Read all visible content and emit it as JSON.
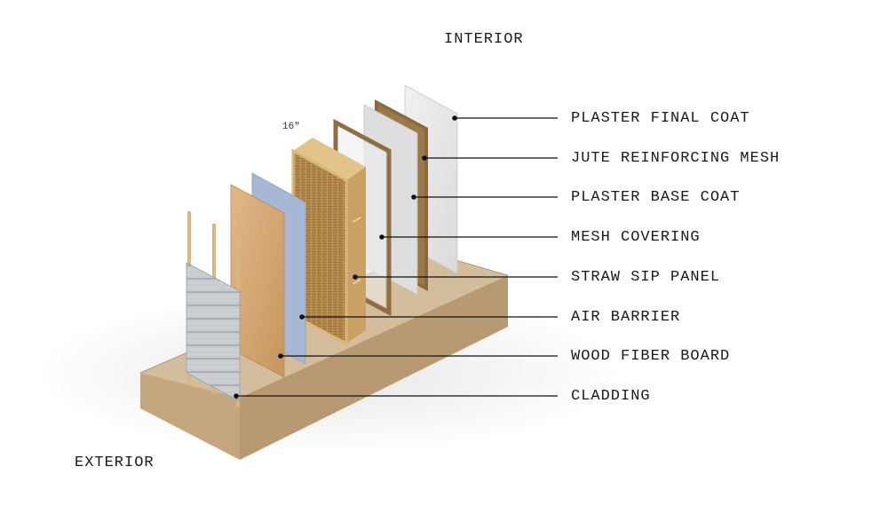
{
  "orientation": {
    "interior": "INTERIOR",
    "exterior": "EXTERIOR"
  },
  "dimension_label": "16″",
  "layers": [
    {
      "label": "PLASTER FINAL COAT",
      "color": "#e9e9e9"
    },
    {
      "label": "JUTE REINFORCING MESH",
      "color": "#8a6a3c"
    },
    {
      "label": "PLASTER BASE COAT",
      "color": "#dcdcdc"
    },
    {
      "label": "MESH COVERING",
      "color": "#c7c7c7"
    },
    {
      "label": "STRAW SIP PANEL",
      "color": "#b58a4c"
    },
    {
      "label": "AIR BARRIER",
      "color": "#9eb2d0"
    },
    {
      "label": "WOOD FIBER BOARD",
      "color": "#d3a473"
    },
    {
      "label": "CLADDING",
      "color": "#c4c8cc"
    }
  ],
  "colors": {
    "base_top": "#d2bb9a",
    "base_side": "#c2a57f",
    "leader_line": "#111111"
  }
}
